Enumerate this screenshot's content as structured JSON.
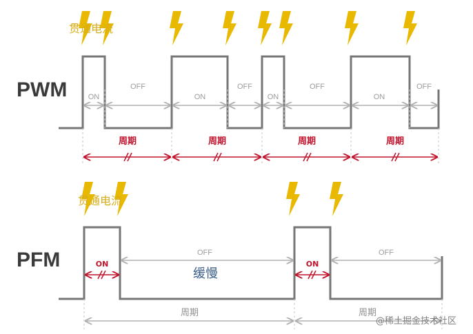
{
  "pwm": {
    "title": "PWM",
    "shoot_through": "贯通电流",
    "on": "ON",
    "off": "OFF",
    "period": "周期"
  },
  "pfm": {
    "title": "PFM",
    "shoot_through": "贯通电流",
    "on": "ON",
    "off": "OFF",
    "slow": "缓慢",
    "period": "周期"
  },
  "watermark": "@稀土掘金技术社区",
  "colors": {
    "wave": "#767676",
    "gray_arrow": "#b0b0b0",
    "red_arrow": "#c0122b",
    "bolt": "#e8b900"
  },
  "icons": {
    "lightning": "lightning-bolt-icon",
    "watermark_logo": "juejin-logo-icon"
  }
}
